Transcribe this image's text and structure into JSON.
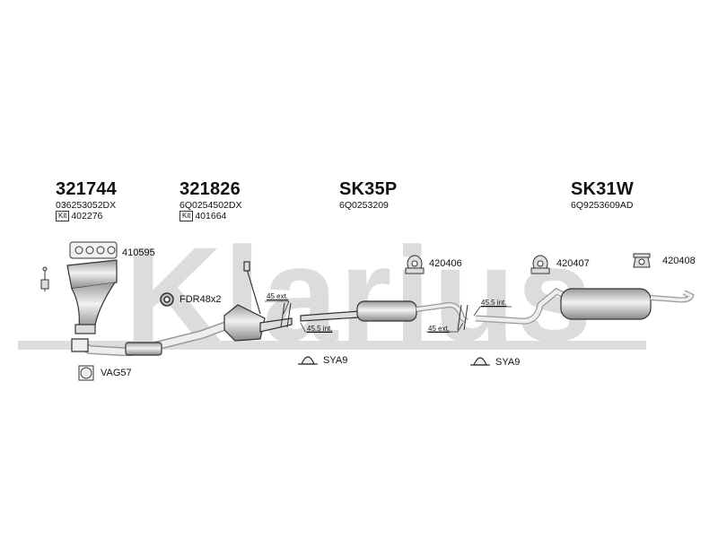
{
  "watermark": "Klarius",
  "groups": [
    {
      "part_number": "321744",
      "oe_number": "036253052DX",
      "kit_tag": "Kit",
      "kit_number": "402276"
    },
    {
      "part_number": "321826",
      "oe_number": "6Q0254502DX",
      "kit_tag": "Kit",
      "kit_number": "401664"
    },
    {
      "part_number": "SK35P",
      "oe_number": "6Q0253209"
    },
    {
      "part_number": "SK31W",
      "oe_number": "6Q9253609AD"
    }
  ],
  "callouts": {
    "gasket_410595": "410595",
    "mount_420406": "420406",
    "mount_420407": "420407",
    "mount_420408": "420408",
    "fdr": "FDR48x2",
    "vag57": "VAG57",
    "sya9_left": "SYA9",
    "sya9_right": "SYA9"
  },
  "dimensions": {
    "d1": "45 ext.",
    "d2": "45.5 int.",
    "d3": "45 ext.",
    "d4": "45.5 int."
  },
  "colors": {
    "watermark": "#d9d9d9",
    "line": "#333333",
    "metal_light": "#ededed",
    "metal_dark": "#9a9a9a"
  }
}
